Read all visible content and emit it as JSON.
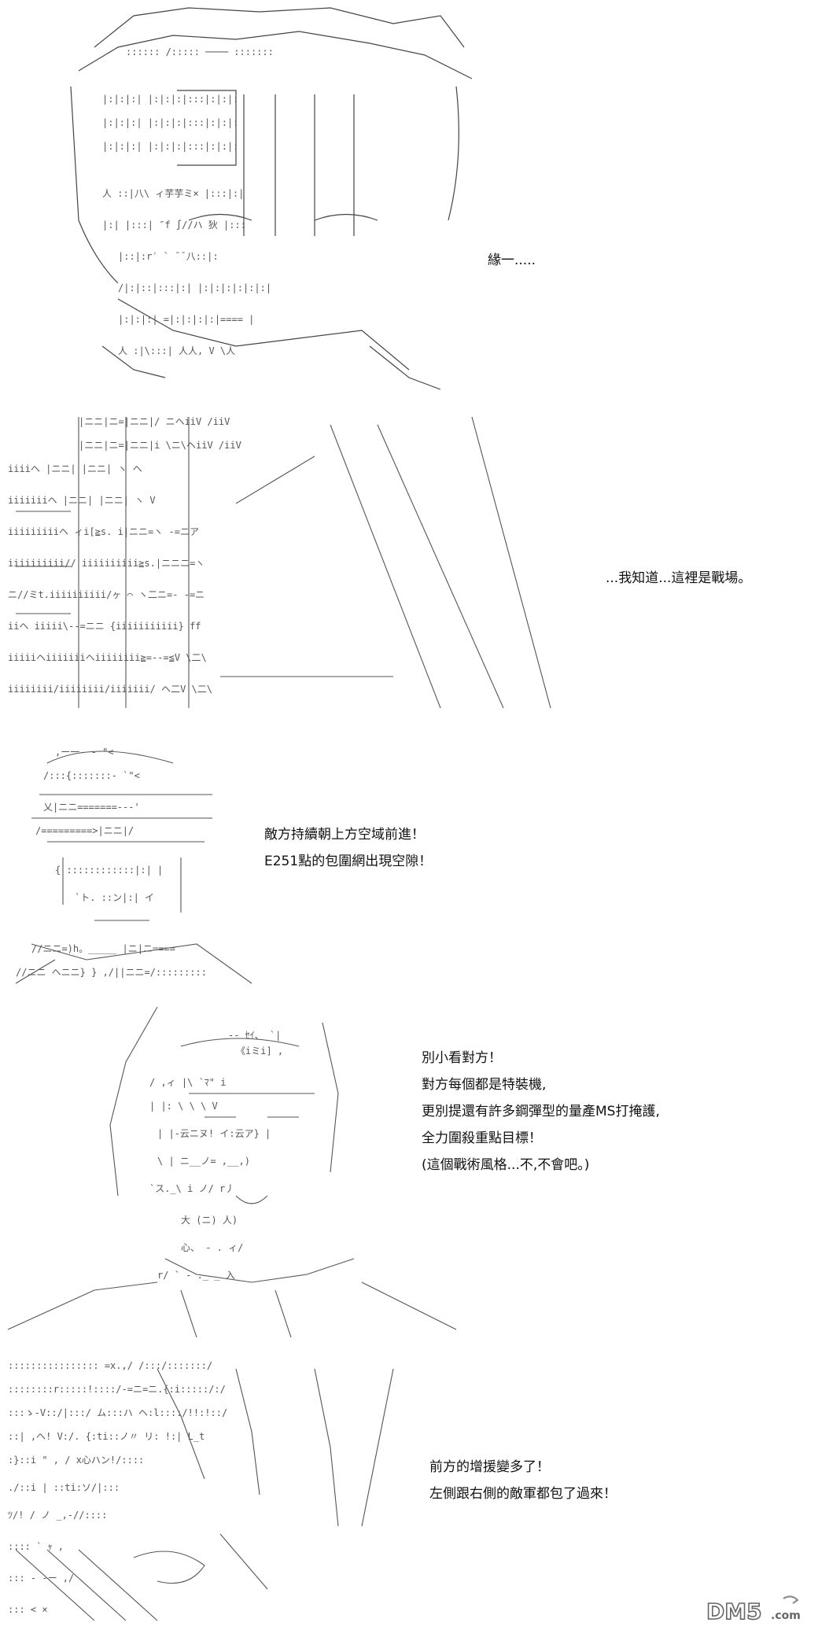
{
  "panels": [
    {
      "lines": [
        "緣一....."
      ]
    },
    {
      "lines": [
        "...我知道...這裡是戰場。"
      ]
    },
    {
      "lines": [
        "敵方持續朝上方空域前進！",
        "E251點的包圍網出現空隙！"
      ]
    },
    {
      "lines": [
        "別小看對方！",
        "對方每個都是特裝機,",
        "更別提還有許多鋼彈型的量產MS打掩護,",
        "全力圍殺重點目標！",
        "(這個戰術風格...不,不會吧。)"
      ]
    },
    {
      "lines": [
        "前方的增援變多了！",
        "左側跟右側的敵軍都包了過來！"
      ]
    }
  ],
  "logo": {
    "text": "DM5",
    "suffix": ".com"
  }
}
